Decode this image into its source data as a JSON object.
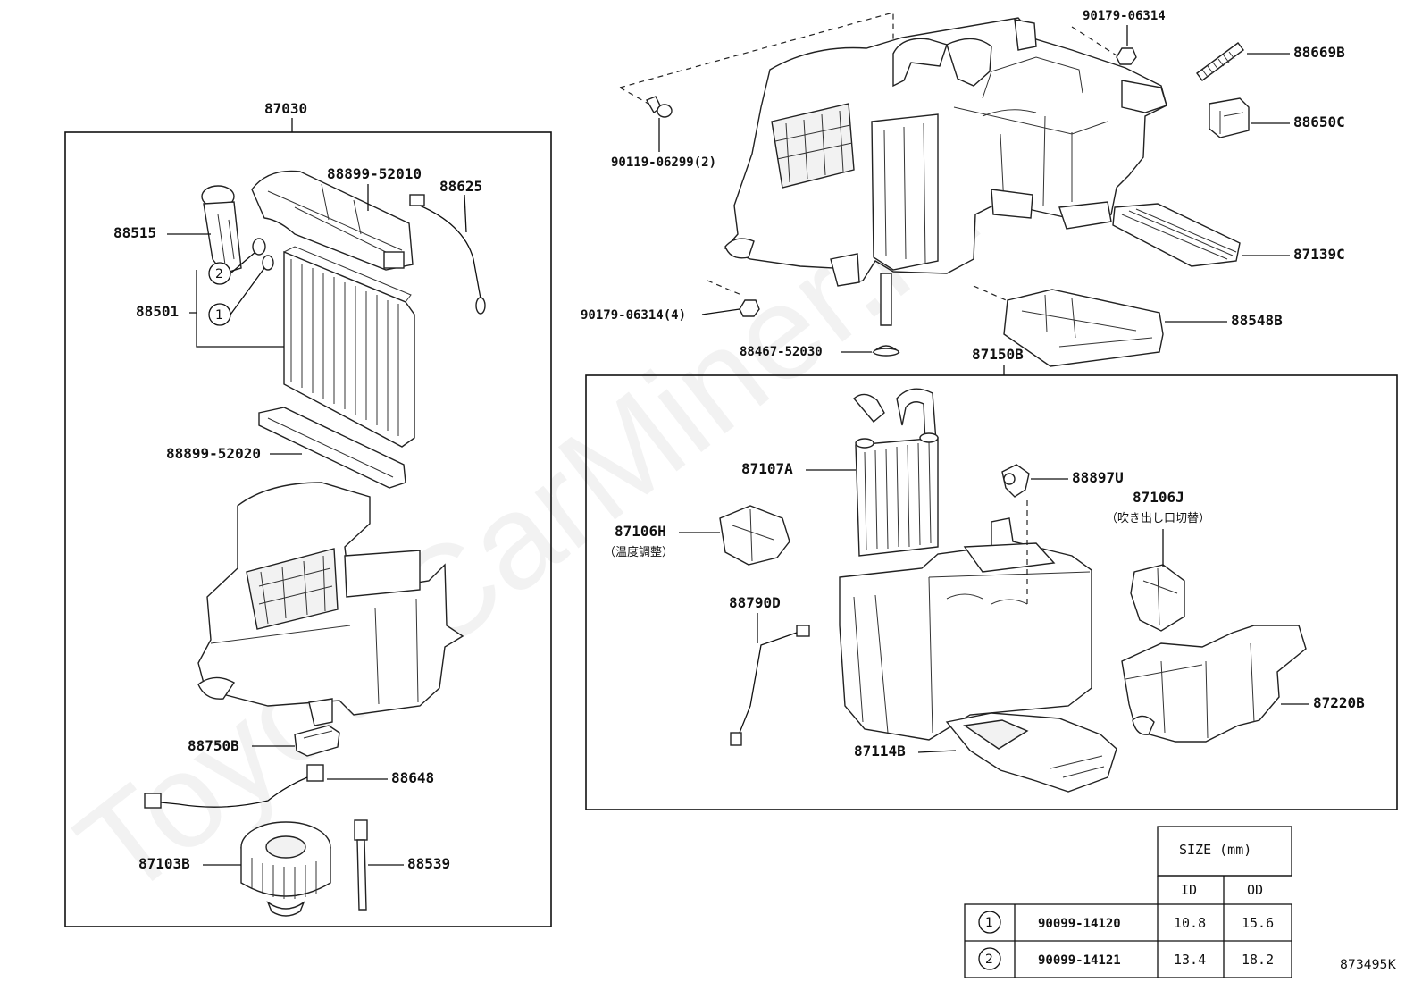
{
  "watermark": "ToyotaCarMiner.ru",
  "assembly_left": {
    "label": "87030"
  },
  "assembly_right": {
    "label": "87150B"
  },
  "callouts": {
    "p88515": "88515",
    "p88899_52010": "88899-52010",
    "p88625": "88625",
    "p88501": "88501",
    "p88899_52020": "88899-52020",
    "p88750b": "88750B",
    "p88648": "88648",
    "p87103b": "87103B",
    "p88539": "88539",
    "p90179_06314_top": "90179-06314",
    "p88669b": "88669B",
    "p88650c": "88650C",
    "p90119_06299": "90119-06299(2)",
    "p87139c": "87139C",
    "p90179_06314_4": "90179-06314(4)",
    "p88548b": "88548B",
    "p88467_52030": "88467-52030",
    "p87107a": "87107A",
    "p88897u": "88897U",
    "p87106h": "87106H",
    "p87106h_note": "（温度調整）",
    "p87106j": "87106J",
    "p87106j_note": "（吹き出し口切替）",
    "p88790d": "88790D",
    "p87220b": "87220B",
    "p87114b": "87114B"
  },
  "oring_markers": [
    "1",
    "2"
  ],
  "size_table": {
    "header": "SIZE (mm)",
    "col_id": "ID",
    "col_od": "OD",
    "rows": [
      {
        "mark": "1",
        "part": "90099-14120",
        "id": "10.8",
        "od": "15.6"
      },
      {
        "mark": "2",
        "part": "90099-14121",
        "id": "13.4",
        "od": "18.2"
      }
    ]
  },
  "diagram_ref": "873495K"
}
